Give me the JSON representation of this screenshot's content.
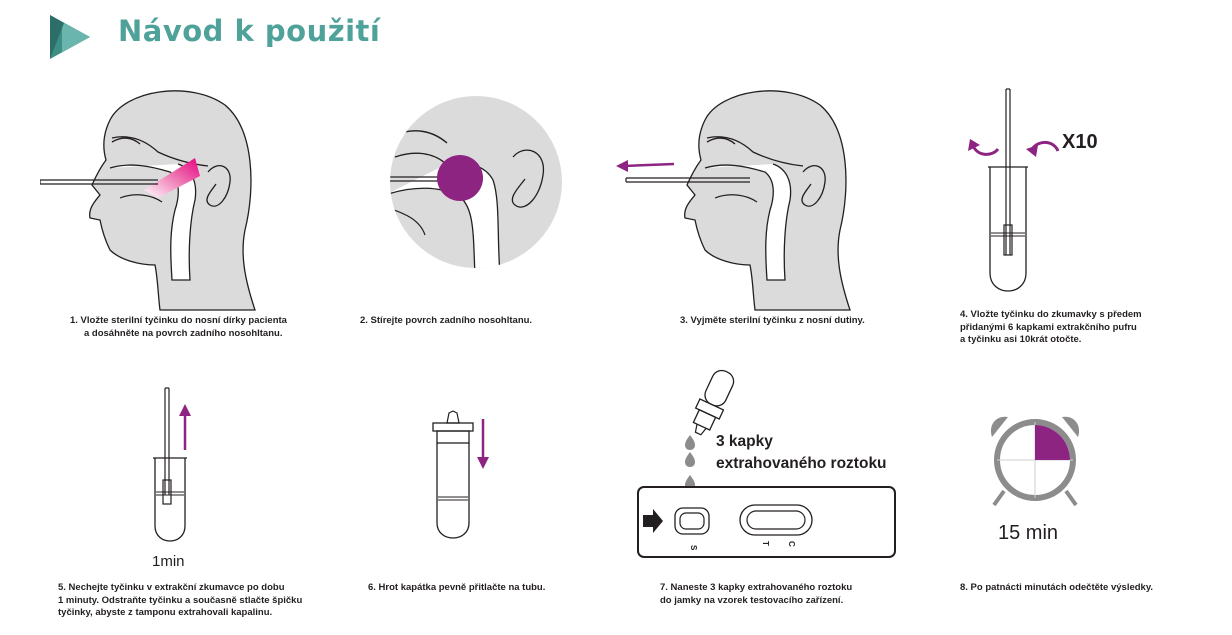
{
  "title": "Návod k použití",
  "colors": {
    "title": "#4fa29a",
    "accent": "#8e2481",
    "magenta": "#e6007e",
    "line": "#231f20",
    "skin": "#dcdbdb"
  },
  "labels": {
    "x10": "X10",
    "one_min": "1min",
    "drops_line1": "3 kapky",
    "drops_line2": "extrahovaného roztoku",
    "fifteen_min": "15 min",
    "cassette_s": "S",
    "cassette_t": "T",
    "cassette_c": "C"
  },
  "steps": [
    {
      "lines": [
        "1.  Vložte sterilní tyčinku do nosní dírky pacienta",
        "a dosáhněte na povrch zadního nosohltanu."
      ]
    },
    {
      "lines": [
        "2. Stírejte povrch zadního nosohltanu."
      ]
    },
    {
      "lines": [
        "3. Vyjměte sterilní tyčinku z nosní dutiny."
      ]
    },
    {
      "lines": [
        "4.  Vložte tyčinku do zkumavky s předem",
        "přidanými 6 kapkami extrakčního pufru",
        "a tyčinku asi 10krát otočte."
      ]
    },
    {
      "lines": [
        "5. Nechejte tyčinku v extrakční zkumavce po dobu",
        "1 minuty. Odstraňte tyčinku a současně stlačte špičku",
        "tyčinky, abyste z tamponu extrahovali kapalinu."
      ]
    },
    {
      "lines": [
        "6. Hrot kapátka pevně přitlačte na tubu."
      ]
    },
    {
      "lines": [
        "7. Naneste 3 kapky extrahovaného roztoku",
        "do jamky na vzorek testovacího zařízení."
      ]
    },
    {
      "lines": [
        "8. Po patnácti minutách odečtěte výsledky."
      ]
    }
  ],
  "timer": {
    "elapsed_fraction": 0.25
  }
}
